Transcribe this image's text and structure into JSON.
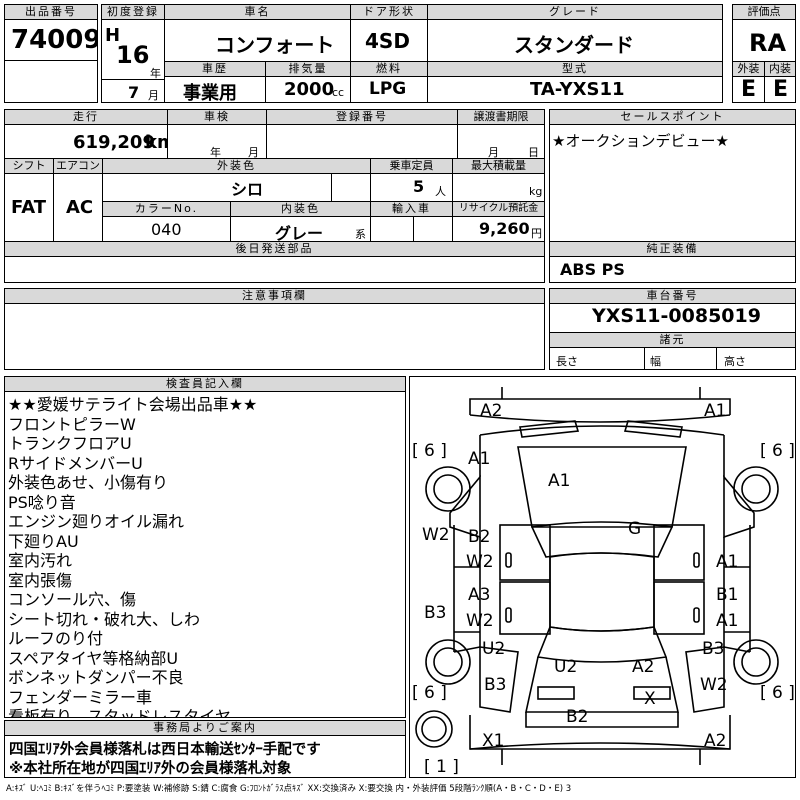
{
  "header": {
    "lot_label": "出品番号",
    "lot_number": "74009",
    "first_reg_label": "初度登録",
    "era": "H",
    "year": "16",
    "year_suffix": "年",
    "month": "7",
    "month_suffix": "月",
    "car_name_label": "車名",
    "car_name": "コンフォート",
    "door_label": "ドア形状",
    "door": "4SD",
    "grade_label": "グレード",
    "grade": "スタンダード",
    "rating_label": "評価点",
    "rating": "RA",
    "history_label": "車歴",
    "history": "事業用",
    "displacement_label": "排気量",
    "displacement": "2000",
    "displacement_unit": "cc",
    "fuel_label": "燃料",
    "fuel": "LPG",
    "model_label": "型式",
    "model": "TA-YXS11",
    "exterior_label": "外装",
    "exterior": "E",
    "interior_label": "内装",
    "interior": "E"
  },
  "row2": {
    "mileage_label": "走行",
    "mileage": "619,209",
    "mileage_unit": "km",
    "inspection_label": "車検",
    "insp_year": "年",
    "insp_month": "月",
    "plate_label": "登録番号",
    "transfer_label": "譲渡書期限",
    "transfer_month": "月",
    "transfer_day": "日",
    "sales_label": "セールスポイント",
    "sales_text": "★オークションデビュー★"
  },
  "row3": {
    "shift_label": "シフト",
    "shift": "FAT",
    "ac_label": "エアコン",
    "ac": "AC",
    "color_label": "外装色",
    "color": "シロ",
    "capacity_label": "乗車定員",
    "capacity": "5",
    "capacity_unit": "人",
    "load_label": "最大積載量",
    "load_unit": "kg",
    "color_no_label": "カラーNo.",
    "color_no": "040",
    "interior_color_label": "内装色",
    "interior_color": "グレー",
    "interior_color_suffix": "系",
    "import_label": "輸入車",
    "recycle_label": "リサイクル預託金",
    "recycle": "9,260",
    "recycle_unit": "円"
  },
  "later": {
    "label": "後日発送部品"
  },
  "equipment": {
    "label": "純正装備",
    "value": "ABS PS"
  },
  "caution": {
    "label": "注意事項欄"
  },
  "chassis": {
    "label": "車台番号",
    "value": "YXS11-0085019",
    "dims_label": "諸元",
    "length_label": "長さ",
    "width_label": "幅",
    "height_label": "高さ"
  },
  "inspector": {
    "label": "検査員記入欄",
    "lines": [
      "★★愛媛サテライト会場出品車★★",
      "フロントピラーW",
      "トランクフロアU",
      "RサイドメンバーU",
      "外装色あせ、小傷有り",
      "PS唸り音",
      "エンジン廻りオイル漏れ",
      "下廻りAU",
      "室内汚れ",
      "室内張傷",
      "コンソール穴、傷",
      "シート切れ・破れ大、しわ",
      "ルーフのり付",
      "スペアタイヤ等格納部U",
      "ボンネットダンパー不良",
      "フェンダーミラー車",
      "看板有り、スタッドレスタイヤ"
    ]
  },
  "office": {
    "label": "事務局よりご案内",
    "lines": [
      "四国ｴﾘｱ外会員様落札は西日本輸送ｾﾝﾀｰ手配です",
      "※本社所在地が四国ｴﾘｱ外の会員様落札対象"
    ]
  },
  "diagram": {
    "marks": [
      {
        "id": "front-left-bumper",
        "text": "A2"
      },
      {
        "id": "front-right-bumper",
        "text": "A1"
      },
      {
        "id": "tire-fl",
        "text": "[ 6 ]"
      },
      {
        "id": "tire-fr",
        "text": "[ 6 ]"
      },
      {
        "id": "fender-left",
        "text": "A1"
      },
      {
        "id": "hood",
        "text": "A1"
      },
      {
        "id": "pillar-left",
        "text": "W2"
      },
      {
        "id": "door-fl-1",
        "text": "B2"
      },
      {
        "id": "door-fl-2",
        "text": "W2"
      },
      {
        "id": "roof",
        "text": "G"
      },
      {
        "id": "door-fr",
        "text": "A1"
      },
      {
        "id": "door-rl-1",
        "text": "A3"
      },
      {
        "id": "door-rl-2",
        "text": "W2"
      },
      {
        "id": "rocker-left",
        "text": "B3"
      },
      {
        "id": "door-rr-1",
        "text": "B1"
      },
      {
        "id": "door-rr-2",
        "text": "A1"
      },
      {
        "id": "quarter-left-1",
        "text": "U2"
      },
      {
        "id": "quarter-left-2",
        "text": "B3"
      },
      {
        "id": "trunk-left",
        "text": "U2"
      },
      {
        "id": "trunk-right",
        "text": "A2"
      },
      {
        "id": "quarter-right-1",
        "text": "B3"
      },
      {
        "id": "quarter-right-2",
        "text": "W2"
      },
      {
        "id": "tire-rl",
        "text": "[ 6 ]"
      },
      {
        "id": "tire-rr",
        "text": "[ 6 ]"
      },
      {
        "id": "rear-panel",
        "text": "X"
      },
      {
        "id": "rear-bumper-center",
        "text": "B2"
      },
      {
        "id": "rear-bumper-left",
        "text": "X1"
      },
      {
        "id": "rear-bumper-right",
        "text": "A2"
      },
      {
        "id": "spare-tire",
        "text": "[ 1 ]"
      }
    ]
  },
  "legend": "A:ｷｽﾞ U:ﾍｺﾐ B:ｷｽﾞを伴うﾍｺﾐ P:要塗装 W:補修跡 S:錆 C:腐食 G:ﾌﾛﾝﾄｶﾞﾗｽ点ｷｽﾞ XX:交換済み X:要交換 内・外装評価 5段階ﾗﾝｸ順(A・B・C・D・E) 3"
}
